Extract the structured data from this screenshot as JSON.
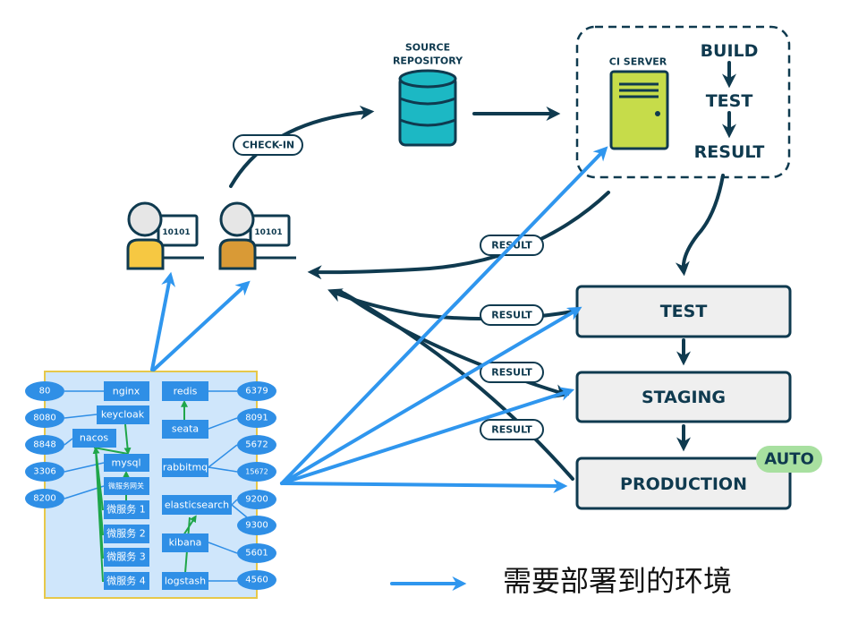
{
  "pipeline": {
    "source_repository": [
      "SOURCE",
      "REPOSITORY"
    ],
    "ci_server": "CI SERVER",
    "ci_steps": [
      "BUILD",
      "TEST",
      "RESULT"
    ],
    "check_in": "CHECK-IN",
    "result_labels": [
      "RESULT",
      "RESULT",
      "RESULT",
      "RESULT"
    ],
    "developer_screen_text": "10101",
    "stages": [
      "TEST",
      "STAGING",
      "PRODUCTION"
    ],
    "auto_badge": "AUTO"
  },
  "services": {
    "left": [
      "nginx",
      "keycloak",
      "nacos",
      "mysql",
      "微服务网关",
      "微服务 1",
      "微服务 2",
      "微服务 3",
      "微服务 4"
    ],
    "right": [
      "redis",
      "seata",
      "rabbitmq",
      "elasticsearch",
      "kibana",
      "logstash"
    ],
    "left_ports": [
      "80",
      "8080",
      "8848",
      "3306",
      "8200"
    ],
    "right_ports": [
      "6379",
      "8091",
      "5672",
      "15672",
      "9200",
      "9300",
      "5601",
      "4560"
    ]
  },
  "legend": {
    "text": "需要部署到的环境"
  },
  "colors": {
    "dark": "#0f3a4f",
    "deploy_arrow": "#2f96ee",
    "service_box": "#2f8fe6",
    "container_fill": "#cfe6fb",
    "container_border": "#e6c84a",
    "ci_server": "#c6dc4a",
    "repository": "#1cb8c4",
    "auto_badge": "#a8e0a0"
  }
}
